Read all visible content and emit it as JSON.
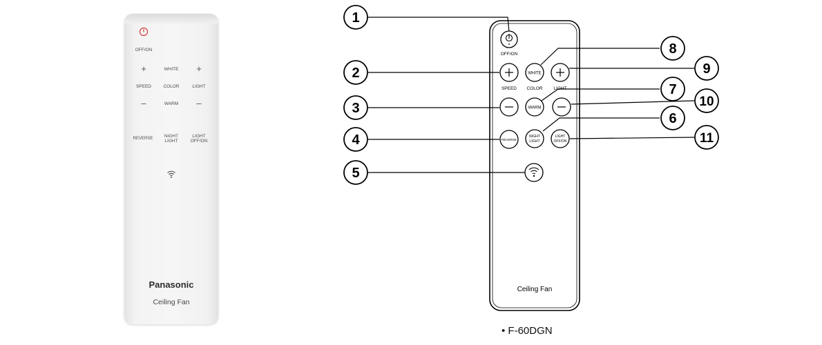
{
  "photo_remote": {
    "power_label": "OFF/ON",
    "speed_label": "SPEED",
    "color_label": "COLOR",
    "light_label": "LIGHT",
    "white_label": "WHITE",
    "warm_label": "WARM",
    "plus_symbol": "+",
    "minus_symbol": "–",
    "reverse_label": "REVERSE",
    "night_light_label_1": "NIGHT",
    "night_light_label_2": "LIGHT",
    "light_onoff_label_1": "LIGHT",
    "light_onoff_label_2": "OFF/ON",
    "brand": "Panasonic",
    "model_text": "Ceiling Fan"
  },
  "diagram_remote": {
    "power_label": "OFF/ON",
    "speed_label": "SPEED",
    "color_label": "COLOR",
    "light_label": "LIGHT",
    "white_label": "WHITE",
    "warm_label": "WARM",
    "reverse_label": "REVERSE",
    "night_light_label_1": "NIGHT",
    "night_light_label_2": "LIGHT",
    "light_onoff_label_1": "LIGHT",
    "light_onoff_label_2": "OFF/ON",
    "model_text": "Ceiling Fan"
  },
  "callouts": [
    "1",
    "2",
    "3",
    "4",
    "5",
    "6",
    "7",
    "8",
    "9",
    "10",
    "11"
  ],
  "model_caption": "• F-60DGN"
}
